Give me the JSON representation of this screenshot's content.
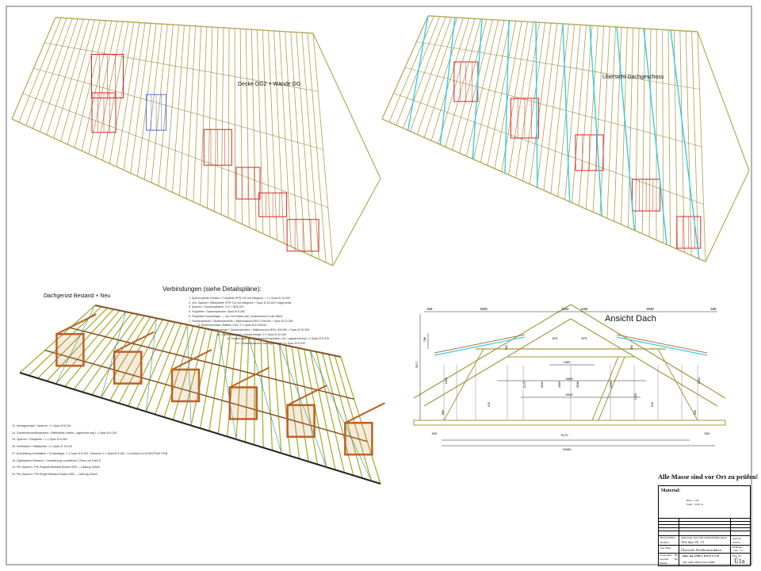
{
  "views": {
    "top_left_label": "Decke OG2 + Wände DG",
    "top_right_label": "Übersicht Dachgeschoss",
    "bottom_left_label": "Dachgerüst Bestand + Neu",
    "section_label": "Ansicht Dach"
  },
  "connections": {
    "title": "Verbindungen (siehe Detailspläne):",
    "items": [
      "1. Sparrenpfette Gauben / Fußpfette SPR 210 mit Wiegend = 1 x Spax Ø 10.300",
      "2. evtl. Sparren / Mittelpfette SPR 210 mit Wiegend = Spax Ø 10.300 Vollgewinde",
      "3. Sparren / Gaubenpfosten: CH + NDD 8.8",
      "5. Fußpfette / Gaubenpfosten: Spax Ø 8.260",
      "6. Fußpfette Dreischläger — von OH mittels inkl. Zwischenkeil in die Wand",
      "7. Gaubenpfosten / Bodenschwelle = Balkenschuh BSH 120x160 = Spax Ø 10.300",
      "8. Bodenschwelle / Balken OG2: 2 x Spax Ø 8.240mm",
      "9. Gaubenriegel / Gaubenpfosten = Balkenschuh BSU 100/160 = Spax Ø 10.300",
      "10. Gaubensparren / Gaubenriegel: 2 x Spax Ø 10.240",
      "11. Gaubensparren / Gaubenrechmpfosten inkl. Lagesicherung 1 x Spax Ø 8.240",
      "12. Gaubensparren / Aufsagerriegel: 3 x Spax Ø 8.240"
    ],
    "more_items": [
      "13. Aufsagerriegel / Sparren: 2 x Spax Ø 8.240",
      "14. Gaubenschwellenpfosten / Mittelpfette unterh. Lagesicherung 1 x Spax Ø 8.240",
      "15. Sparren / Firstpfette = 1 x Spax Ø 8.240",
      "16. Kehlbalken / Mittelpfette: 2 x Spax Ø 10.240",
      "17. Ausstellung Kehlbalken = Endauflager: 2 x Spax Ø 8.300, Zwischen 1 x Spax Ø 8.160 = Lochblech in KONSTRUKTION",
      "18. Zapfsparren Bestand = Verstärkung Lochbleche 2.0mm mit DNA-8",
      "19. Pfe-Sparren / Pfe-Zugstab Bestand Bolzen Ø20 — Abkung Sobell",
      "20. Pfe-Sparren / Pfe-Riegel Bestand Bolzen Ø20 — Abkung Sobell"
    ]
  },
  "section_dims": {
    "top": [
      "546",
      "4038",
      "1162",
      "1162",
      "4038",
      "546"
    ],
    "inner": [
      "875",
      "875",
      "1560",
      "3905",
      "5930"
    ],
    "vertical": [
      "3317",
      "768",
      "394",
      "394",
      "1820",
      "1822",
      "2170",
      "2630",
      "2905",
      "3538",
      "2290",
      "1400",
      "910",
      "910",
      "590",
      "590"
    ],
    "bottom": [
      "500",
      "9170",
      "500",
      "10080"
    ]
  },
  "notice": "Alle Masse sind vor Ort zu prüfen!",
  "title_block": {
    "material_label": "Material:",
    "material_lines": [
      "Holz : C24",
      "Stahl : S235 ns"
    ],
    "project_label": "Bauvorhaben",
    "project": "Sanierung und Umbau Mehrfamilienhaus",
    "address_label": "Bauherr",
    "address": "Alte Spa. Nr. 13",
    "order_label": "Auftrag",
    "order": "26/435",
    "drawing_label": "Inh. Blatt",
    "drawing": "Übersicht Dachkonstruktion",
    "scale_label": "Maßstab",
    "scale": "1:50 / 1:1",
    "drawn_label": "Gezeichnet",
    "drawn": "Bp",
    "checked_label": "Geprüft",
    "checked": "Bu",
    "date_label": "Datum",
    "firm": "Dipl.-Ing. (FH) S. B R E S C H",
    "firm_phone": "TEL 0000 00000 FAX 00000",
    "sheet_label": "Plan Nr.",
    "sheet": "Ü1a"
  }
}
